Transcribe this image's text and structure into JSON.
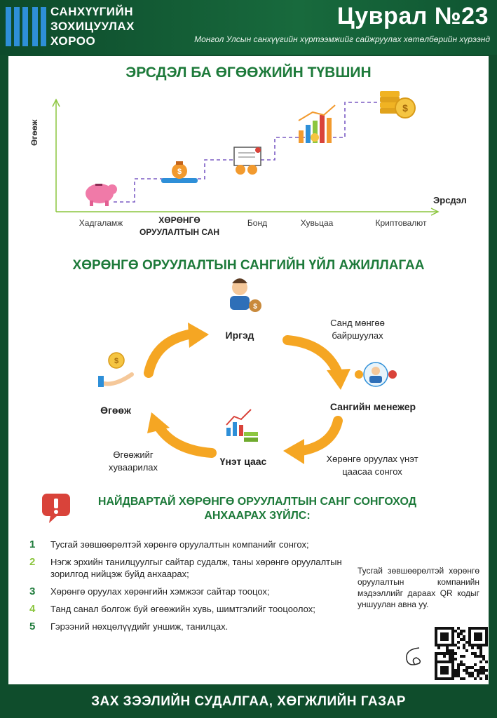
{
  "header": {
    "org_lines": [
      "САНХҮҮГИЙН",
      "ЗОХИЦУУЛАХ",
      "ХОРОО"
    ],
    "series": "Цуврал №23",
    "subtitle": "Монгол Улсын санхүүгийн хүртээмжийг сайжруулах хөтөлбөрийн хүрээнд"
  },
  "risk_section": {
    "title": "ЭРСДЭЛ БА ӨГӨӨЖИЙН ТҮВШИН",
    "y_axis_label": "Өгөөж",
    "x_axis_label": "Эрсдэл",
    "items": [
      "Хадгаламж",
      "ХӨРӨНГӨ ОРУУЛАЛТЫН САН",
      "Бонд",
      "Хувьцаа",
      "Криптовалют"
    ]
  },
  "cycle_section": {
    "title": "ХӨРӨНГӨ ОРУУЛАЛТЫН САНГИЙН ҮЙЛ АЖИЛЛАГАА",
    "nodes": {
      "citizens": "Иргэд",
      "manager": "Сангийн менежер",
      "securities": "Үнэт цаас",
      "returns": "Өгөөж"
    },
    "arrows": {
      "deposit": "Санд мөнгөө байршуулах",
      "choose": "Хөрөнгө оруулах үнэт цаасаа сонгох",
      "distribute": "Өгөөжийг хуваарилах"
    }
  },
  "warning": {
    "title": "НАЙДВАРТАЙ ХӨРӨНГӨ ОРУУЛАЛТЫН САНГ СОНГОХОД АНХААРАХ ЗҮЙЛС:",
    "items": [
      {
        "num": "1",
        "text": "Тусгай зөвшөөрөлтэй хөрөнгө оруулалтын компанийг сонгох;"
      },
      {
        "num": "2",
        "text": "Нэгж эрхийн танилцуулгыг сайтар судалж, таны хөрөнгө оруулалтын зорилгод нийцэж буйд анхаарах;"
      },
      {
        "num": "3",
        "text": "Хөрөнгө оруулах хөрөнгийн хэмжээг сайтар тооцох;"
      },
      {
        "num": "4",
        "text": "Танд санал болгож буй өгөөжийн хувь, шимтгэлийг тооцоолох;"
      },
      {
        "num": "5",
        "text": "Гэрээний нөхцөлүүдийг уншиж, танилцах."
      }
    ],
    "num_colors": [
      "#1d7a3a",
      "#8cc63f",
      "#1d7a3a",
      "#8cc63f",
      "#1d7a3a"
    ],
    "qr_note": "Тусгай зөвшөөрөлтэй хөрөнгө оруулалтын компанийн мэдээллийг дараах QR кодыг уншуулан авна уу."
  },
  "footer": {
    "text": "ЗАХ ЗЭЭЛИЙН СУДАЛГАА, ХӨГЖЛИЙН ГАЗАР"
  },
  "colors": {
    "brand_green": "#1d7a3a",
    "dark_green": "#0f4d2c",
    "arrow_orange": "#f5a623",
    "step_purple": "#7b5cc4"
  },
  "icons": [
    "piggy-bank-icon",
    "money-bag-hands-icon",
    "bond-certificate-icon",
    "bar-chart-icon",
    "coin-stack-icon",
    "investor-icon",
    "manager-icon",
    "stock-chart-icon",
    "coin-hand-icon",
    "warning-icon",
    "signature-icon",
    "qr-code-icon"
  ]
}
